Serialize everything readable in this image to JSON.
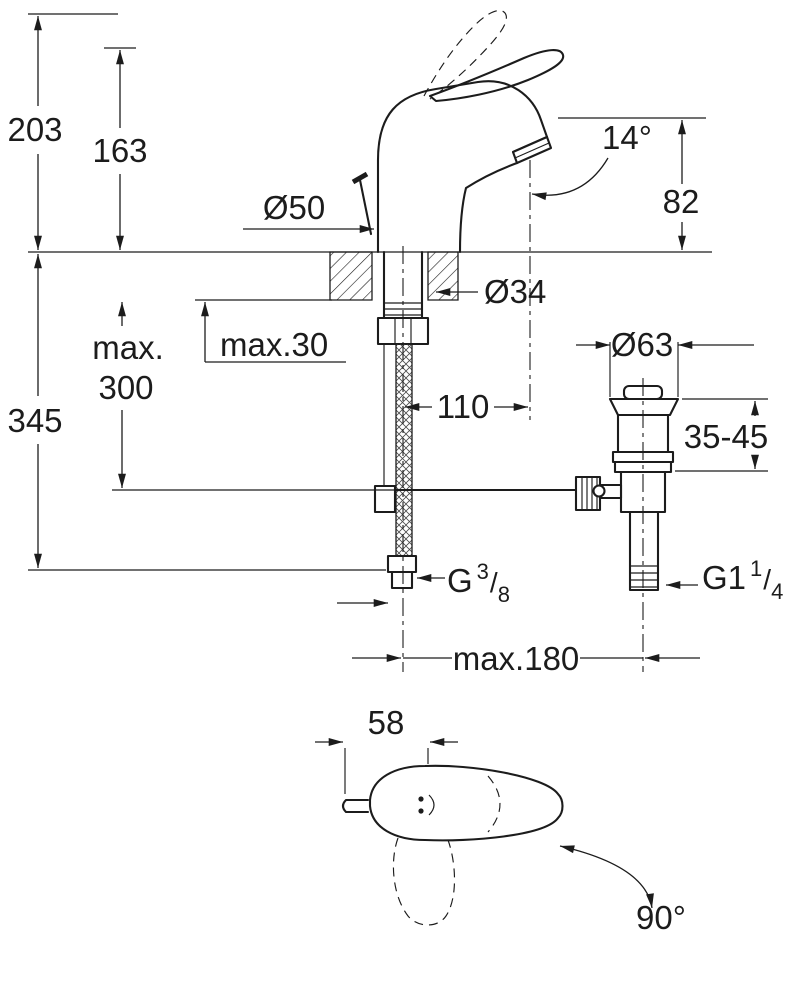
{
  "drawing": {
    "kind": "technical-dimension-drawing",
    "subject": "single-lever basin mixer with pop-up waste, side view and top view",
    "line_color": "#1c1c1c",
    "background": "#ffffff",
    "dimensions": {
      "height_open": "203",
      "height_closed": "163",
      "base_diameter": "Ø50",
      "spout_angle": "14°",
      "outlet_height": "82",
      "hole_diameter": "Ø34",
      "deck_thickness": "max.30",
      "hose_length_line1": "max.",
      "hose_length_line2": "300",
      "depth_total": "345",
      "spout_projection": "110",
      "waste_flange_diameter": "Ø63",
      "waste_adjust_range": "35-45",
      "center_distance": "max.180",
      "top_width": "58",
      "handle_swivel": "90°",
      "thread_supply": {
        "prefix": "G",
        "sup": "3",
        "slash": "/",
        "sub": "8"
      },
      "thread_waste": {
        "prefix": "G1",
        "sup": "1",
        "slash": "/",
        "sub": "4"
      }
    }
  }
}
